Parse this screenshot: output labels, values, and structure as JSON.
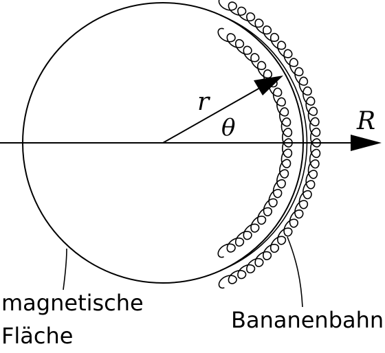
{
  "labels": {
    "r": "r",
    "theta": "θ",
    "R": "R",
    "flux_surface_line1": "magnetische",
    "flux_surface_line2": "Fläche",
    "banana_orbit": "Bananenbahn"
  },
  "colors": {
    "ink": "#000000",
    "background": "#ffffff"
  }
}
